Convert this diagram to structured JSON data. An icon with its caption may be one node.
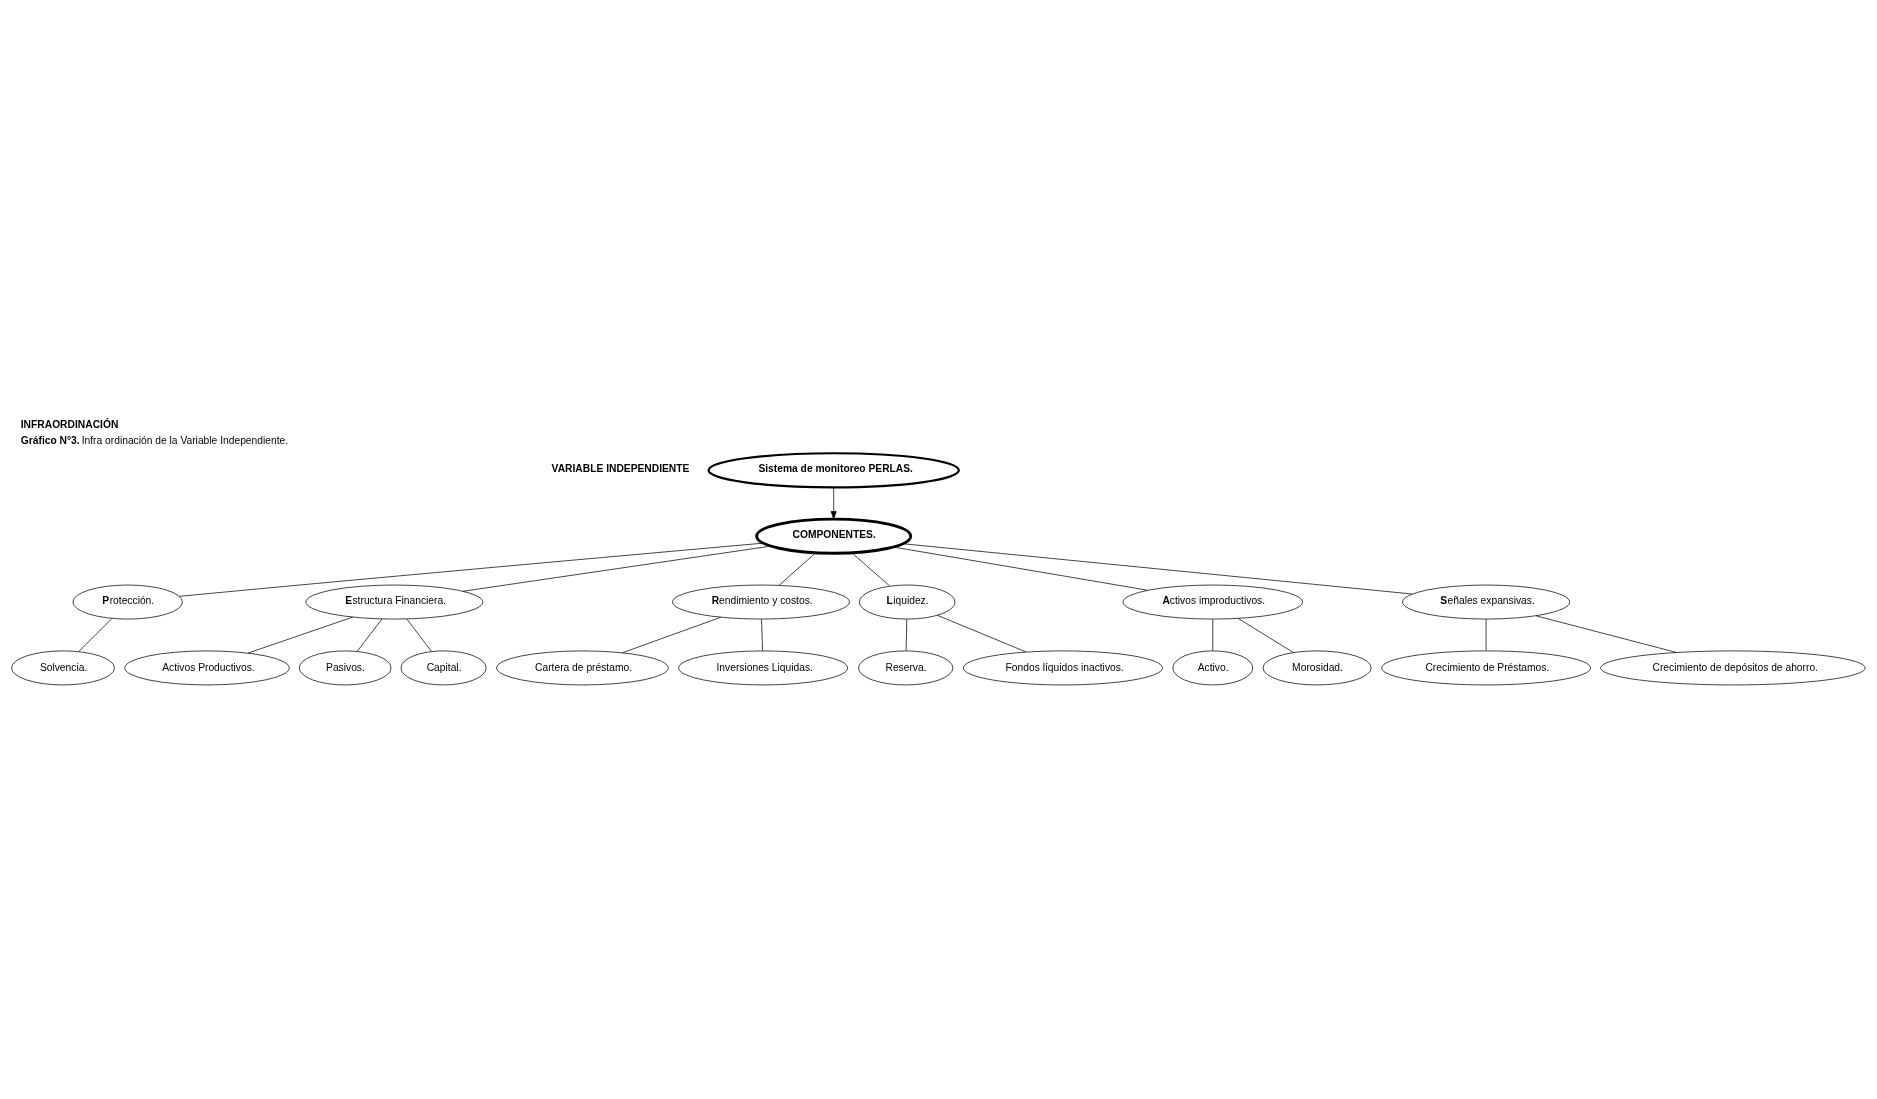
{
  "diagram": {
    "title": "INFRAORDINACIÓN",
    "caption": "**Gráfico N°3.** Infra ordinación de la Variable Independiente.",
    "labels": [
      "VARIABLE INDEPENDIENTE"
    ],
    "nodes": [
      {
        "text": [
          "**Sistema de monitoreo PERLAS.**"
        ]
      },
      {
        "text": [
          "**COMPONENTES.**"
        ]
      },
      {
        "text": [
          "Solvencia."
        ]
      },
      {
        "text": [
          "**P**rotección."
        ]
      },
      {
        "text": [
          "Activos Productivos."
        ]
      },
      {
        "text": [
          "**E**structura Financiera."
        ]
      },
      {
        "text": [
          "Pasivos."
        ]
      },
      {
        "text": [
          "Capital."
        ]
      },
      {
        "text": [
          "**R**endimiento y costos."
        ]
      },
      {
        "text": [
          "Cartera de préstamo."
        ]
      },
      {
        "text": [
          "Inversiones Liquidas."
        ]
      },
      {
        "text": [
          "**L**iquidez."
        ]
      },
      {
        "text": [
          "Reserva."
        ]
      },
      {
        "text": [
          "Fondos líquidos inactivos."
        ]
      },
      {
        "text": [
          "**A**ctivos improductivos."
        ]
      },
      {
        "text": [
          "Activo."
        ]
      },
      {
        "text": [
          "Morosidad."
        ]
      },
      {
        "text": [
          "Crecimiento de Préstamos."
        ]
      },
      {
        "text": [
          "Crecimiento de depósitos de ahorro."
        ]
      },
      {
        "text": [
          "**S**eñales expansivas."
        ]
      }
    ],
    "edges": [
      {
        "from": 0,
        "to": 1,
        "arrow": "to"
      },
      {
        "from": 1,
        "to": 3,
        "arrow": "none"
      },
      {
        "from": 3,
        "to": 2,
        "arrow": "none"
      },
      {
        "from": 1,
        "to": 5,
        "arrow": "none"
      },
      {
        "from": 5,
        "to": 4,
        "arrow": "none"
      },
      {
        "from": 5,
        "to": 6,
        "arrow": "none"
      },
      {
        "from": 5,
        "to": 7,
        "arrow": "none"
      },
      {
        "from": 1,
        "to": 8,
        "arrow": "none"
      },
      {
        "from": 8,
        "to": 9,
        "arrow": "none"
      },
      {
        "from": 8,
        "to": 10,
        "arrow": "none"
      },
      {
        "from": 1,
        "to": 11,
        "arrow": "none"
      },
      {
        "from": 11,
        "to": 12,
        "arrow": "none"
      },
      {
        "from": 11,
        "to": 13,
        "arrow": "none"
      },
      {
        "from": 1,
        "to": 14,
        "arrow": "none"
      },
      {
        "from": 14,
        "to": 15,
        "arrow": "none"
      },
      {
        "from": 14,
        "to": 16,
        "arrow": "none"
      },
      {
        "from": 1,
        "to": 19,
        "arrow": "none"
      },
      {
        "from": 19,
        "to": 17,
        "arrow": "none"
      },
      {
        "from": 19,
        "to": 18,
        "arrow": "none"
      }
    ]
  }
}
